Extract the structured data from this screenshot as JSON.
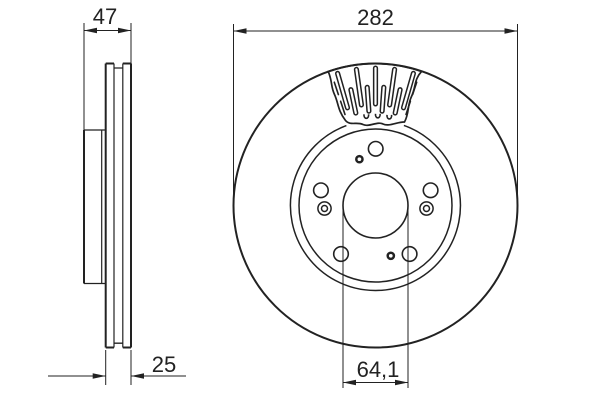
{
  "colors": {
    "background": "#ffffff",
    "line": "#222222"
  },
  "dimensions": {
    "overall_width": "47",
    "friction_ring_thickness": "25",
    "outer_diameter": "282",
    "center_bore": "64,1"
  }
}
